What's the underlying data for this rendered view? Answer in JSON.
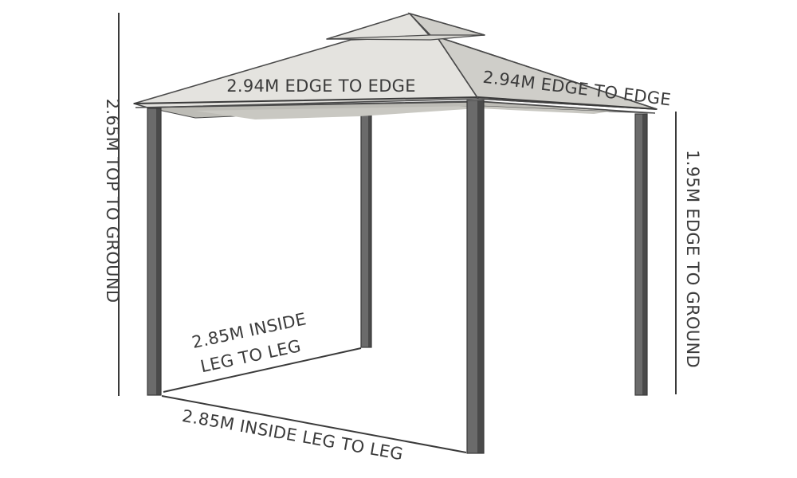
{
  "labels": {
    "top_to_ground": "2.65M TOP TO GROUND",
    "edge_to_edge_front": "2.94M EDGE TO EDGE",
    "edge_to_edge_side": "2.94M EDGE TO EDGE",
    "edge_to_ground": "1.95M EDGE TO GROUND",
    "inside_leg_side_line1": "2.85M INSIDE",
    "inside_leg_side_line2": "LEG TO LEG",
    "inside_leg_front": "2.85M INSIDE LEG TO LEG"
  },
  "colors": {
    "roof": "#e4e3df",
    "frame": "#5a5a5a",
    "text": "#3b3b3b"
  }
}
